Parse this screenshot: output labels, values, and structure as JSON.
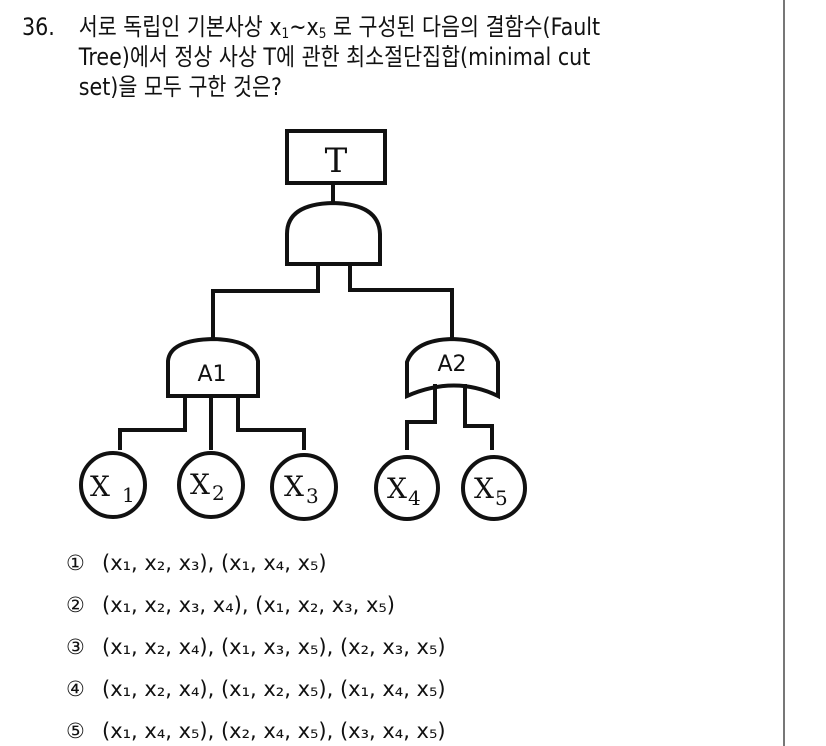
{
  "question": {
    "number": "36.",
    "line1_a": "서로 독립인 기본사상 x",
    "line1_sub1": "1",
    "line1_b": "~x",
    "line1_sub2": "5",
    "line1_c": " 로 구성된 다음의 결함수(Fault",
    "line2": "Tree)에서 정상 사상 T에 관한 최소절단집합(minimal cut",
    "line3": "set)을 모두 구한 것은?"
  },
  "diagram": {
    "top_event": "T",
    "top_gate": "AND",
    "gates": [
      {
        "label": "A1",
        "type": "AND"
      },
      {
        "label": "A2",
        "type": "OR"
      }
    ],
    "basic_events": [
      {
        "label": "X",
        "sub": "1"
      },
      {
        "label": "X",
        "sub": "2"
      },
      {
        "label": "X",
        "sub": "3"
      },
      {
        "label": "X",
        "sub": "4"
      },
      {
        "label": "X",
        "sub": "5"
      }
    ]
  },
  "options": [
    {
      "mark": "①",
      "text": "(x₁, x₂, x₃), (x₁, x₄, x₅)"
    },
    {
      "mark": "②",
      "text": "(x₁, x₂, x₃, x₄), (x₁, x₂, x₃, x₅)"
    },
    {
      "mark": "③",
      "text": "(x₁, x₂, x₄), (x₁, x₃, x₅), (x₂, x₃, x₅)"
    },
    {
      "mark": "④",
      "text": "(x₁, x₂, x₄), (x₁, x₂, x₅), (x₁, x₄, x₅)"
    },
    {
      "mark": "⑤",
      "text": "(x₁, x₄, x₅), (x₂, x₄, x₅), (x₃, x₄, x₅)"
    }
  ]
}
